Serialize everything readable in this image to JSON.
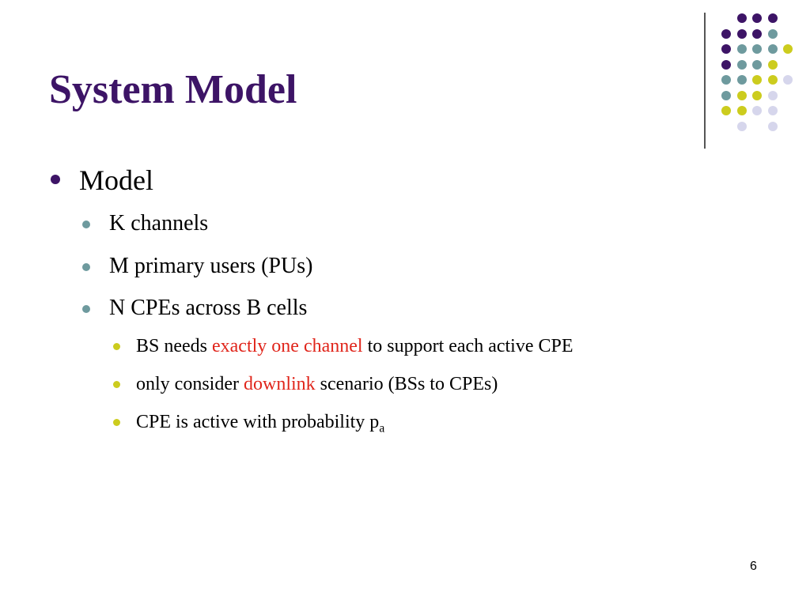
{
  "slide": {
    "title": "System Model",
    "page_number": "6",
    "bullets": {
      "model": "Model",
      "k_channels": "K channels",
      "m_primary_users": "M primary users (PUs)",
      "n_cpes": "N CPEs across B cells",
      "bs_needs": {
        "before": "BS needs ",
        "highlight": "exactly one channel",
        "after": " to support each active CPE"
      },
      "downlink": {
        "before": "only consider ",
        "highlight": "downlink",
        "after": " scenario (BSs to CPEs)"
      },
      "cpe_active": {
        "text": "CPE is active with probability p",
        "subscript": "a"
      }
    }
  },
  "colors": {
    "title": "#3d1466",
    "purple": "#3d1466",
    "teal": "#6e9a9e",
    "yellow": "#cccc1e",
    "lavender": "#d6d6ec",
    "highlight_red": "#e0251b"
  },
  "decoration": {
    "dot_grid": [
      [
        "",
        "purple",
        "purple",
        "purple",
        ""
      ],
      [
        "purple",
        "purple",
        "purple",
        "teal",
        ""
      ],
      [
        "purple",
        "teal",
        "teal",
        "teal",
        "yellow"
      ],
      [
        "purple",
        "teal",
        "teal",
        "yellow",
        ""
      ],
      [
        "teal",
        "teal",
        "yellow",
        "yellow",
        "lavender"
      ],
      [
        "teal",
        "yellow",
        "yellow",
        "lavender",
        ""
      ],
      [
        "yellow",
        "yellow",
        "lavender",
        "lavender",
        ""
      ],
      [
        "",
        "lavender",
        "",
        "lavender",
        ""
      ]
    ]
  }
}
